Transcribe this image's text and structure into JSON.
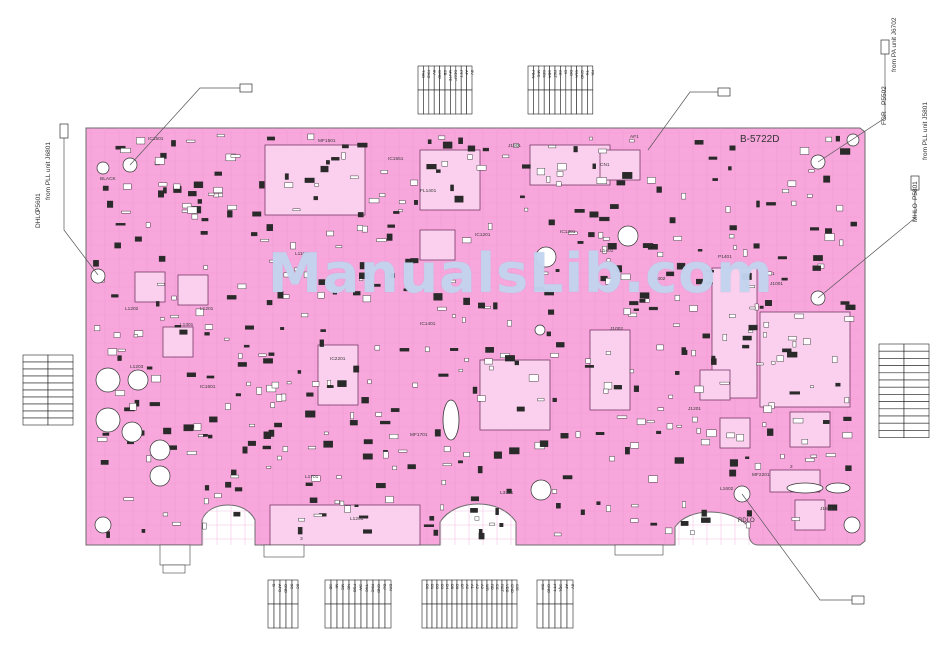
{
  "board": {
    "pcb_number": "B-5722D",
    "colors": {
      "board": "#f7a7dc",
      "trace": "#e27fc6",
      "outline": "#6b6b6b",
      "text": "#3a3a3a",
      "watermark": "#c4d6f0"
    }
  },
  "watermark": {
    "text": "ManualsLib.com"
  },
  "component_labels": [
    "IC1501",
    "MF1501",
    "IC1551",
    "J1901",
    "BLACK",
    "AF1",
    "1",
    "CN1",
    "FL1401",
    "IC1201",
    "IC1301",
    "L1301",
    "L1401",
    "L1402",
    "P1401",
    "IC1401",
    "L1201",
    "L1202",
    "L1203",
    "IC1601",
    "L1101",
    "IC2201",
    "MF1701",
    "L1701",
    "L3301",
    "L1201",
    "L1602",
    "J1001",
    "J1601",
    "J1002",
    "MF2201",
    "2",
    "3",
    "J1201"
  ],
  "connectors": {
    "left": {
      "ref": "P5601",
      "desc": "from PLL unit J6801",
      "sig": "DHLO"
    },
    "right_top": {
      "ref": "P5502",
      "desc": "from PA unit J6702",
      "sig": "FGR"
    },
    "right_mid": {
      "ref": "P5801",
      "desc": "from PLL unit J5801",
      "sig": "MHLO"
    },
    "bottom_right": {
      "sig": "RDLO"
    }
  },
  "pin_tables": {
    "top_left": [
      "TXD",
      "RXD",
      "5V",
      "GND",
      "SB",
      "MUTE",
      "BEEP",
      "PTT",
      "AF",
      "8V"
    ],
    "top_right": [
      "PDN",
      "MIC",
      "SCL",
      "SDA",
      "RST",
      "CE",
      "DI",
      "DO",
      "CLK",
      "GND",
      "TX",
      "RX"
    ],
    "bottom_1": [
      "B",
      "AFO",
      "GND",
      "5C",
      "8C"
    ],
    "bottom_2": [
      "SD",
      "MI",
      "ME",
      "NC",
      "PSB",
      "SW",
      "TXC",
      "RXC",
      "GND",
      "BU",
      "BIN"
    ],
    "bottom_3": [
      "D0",
      "D1",
      "D2",
      "D3",
      "D4",
      "D5",
      "D6",
      "D7",
      "A0",
      "A1",
      "A2",
      "A3",
      "WR",
      "RD",
      "CS",
      "RST",
      "VDD",
      "GND",
      "SIG"
    ],
    "bottom_4": [
      "5M",
      "GND",
      "PTT",
      "SQL",
      "AF",
      "8V"
    ]
  }
}
